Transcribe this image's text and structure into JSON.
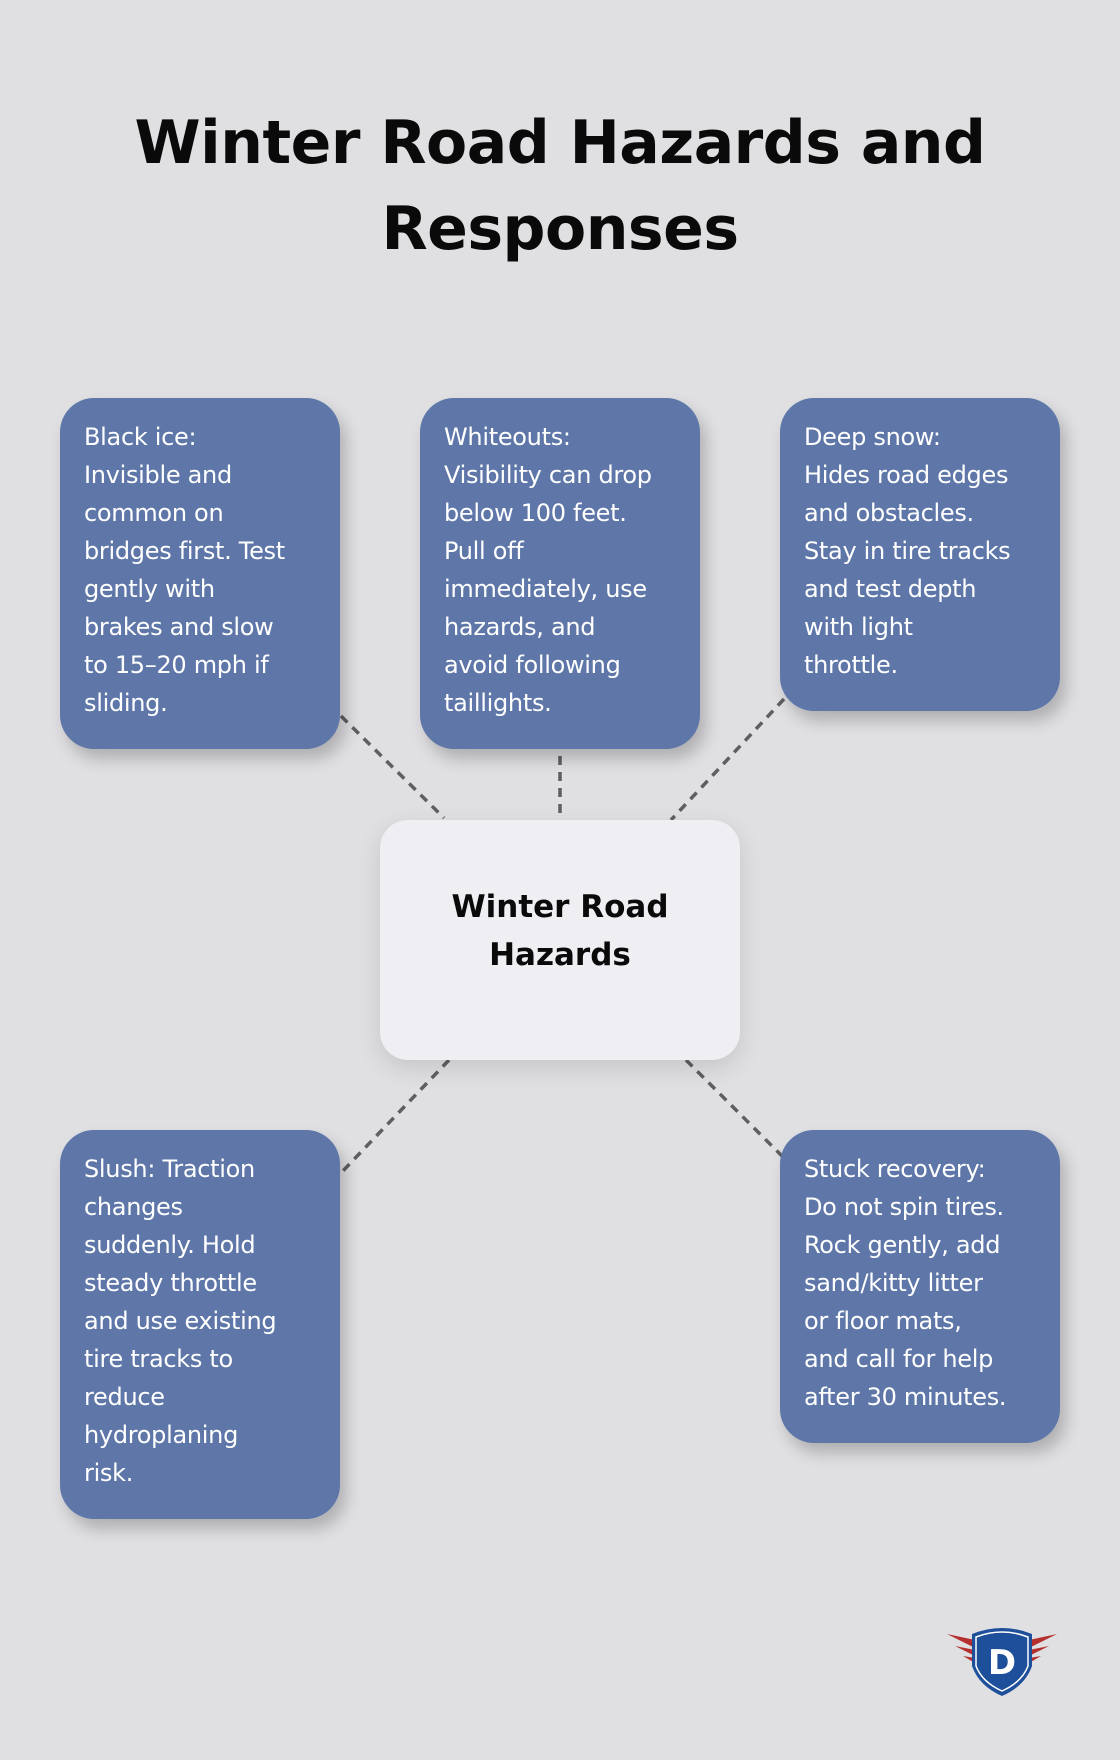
{
  "title": {
    "lines": [
      "Winter Road Hazards and",
      "Responses"
    ]
  },
  "center": {
    "lines": [
      "Winter Road",
      "Hazards"
    ]
  },
  "cards": [
    {
      "id": "black-ice",
      "lines": [
        "Black ice:",
        "Invisible and",
        "common on",
        "bridges first. Test",
        "gently with",
        "brakes and slow",
        "to 15–20 mph if",
        "sliding."
      ]
    },
    {
      "id": "whiteouts",
      "lines": [
        "Whiteouts:",
        "Visibility can drop",
        "below 100 feet.",
        "Pull off",
        "immediately, use",
        "hazards, and",
        "avoid following",
        "taillights."
      ]
    },
    {
      "id": "deep-snow",
      "lines": [
        "Deep snow:",
        "Hides road edges",
        "and obstacles.",
        "Stay in tire tracks",
        "and test depth",
        "with light",
        "throttle."
      ]
    },
    {
      "id": "slush",
      "lines": [
        "Slush: Traction",
        "changes",
        "suddenly. Hold",
        "steady throttle",
        "and use existing",
        "tire tracks to",
        "reduce",
        "hydroplaning",
        "risk."
      ]
    },
    {
      "id": "stuck-recovery",
      "lines": [
        "Stuck recovery:",
        "Do not spin tires.",
        "Rock gently, add",
        "sand/kitty litter",
        "or floor mats,",
        "and call for help",
        "after 30 minutes."
      ]
    }
  ],
  "colors": {
    "background": "#e0e0e3",
    "card": "#5e77a8",
    "center_card": "#efeff3",
    "connector": "#5f5f62",
    "logo_shield": "#1d4f9a",
    "logo_wings": "#b4302f"
  },
  "logo": {
    "letter": "D",
    "icon": "shield-with-wings-logo"
  }
}
